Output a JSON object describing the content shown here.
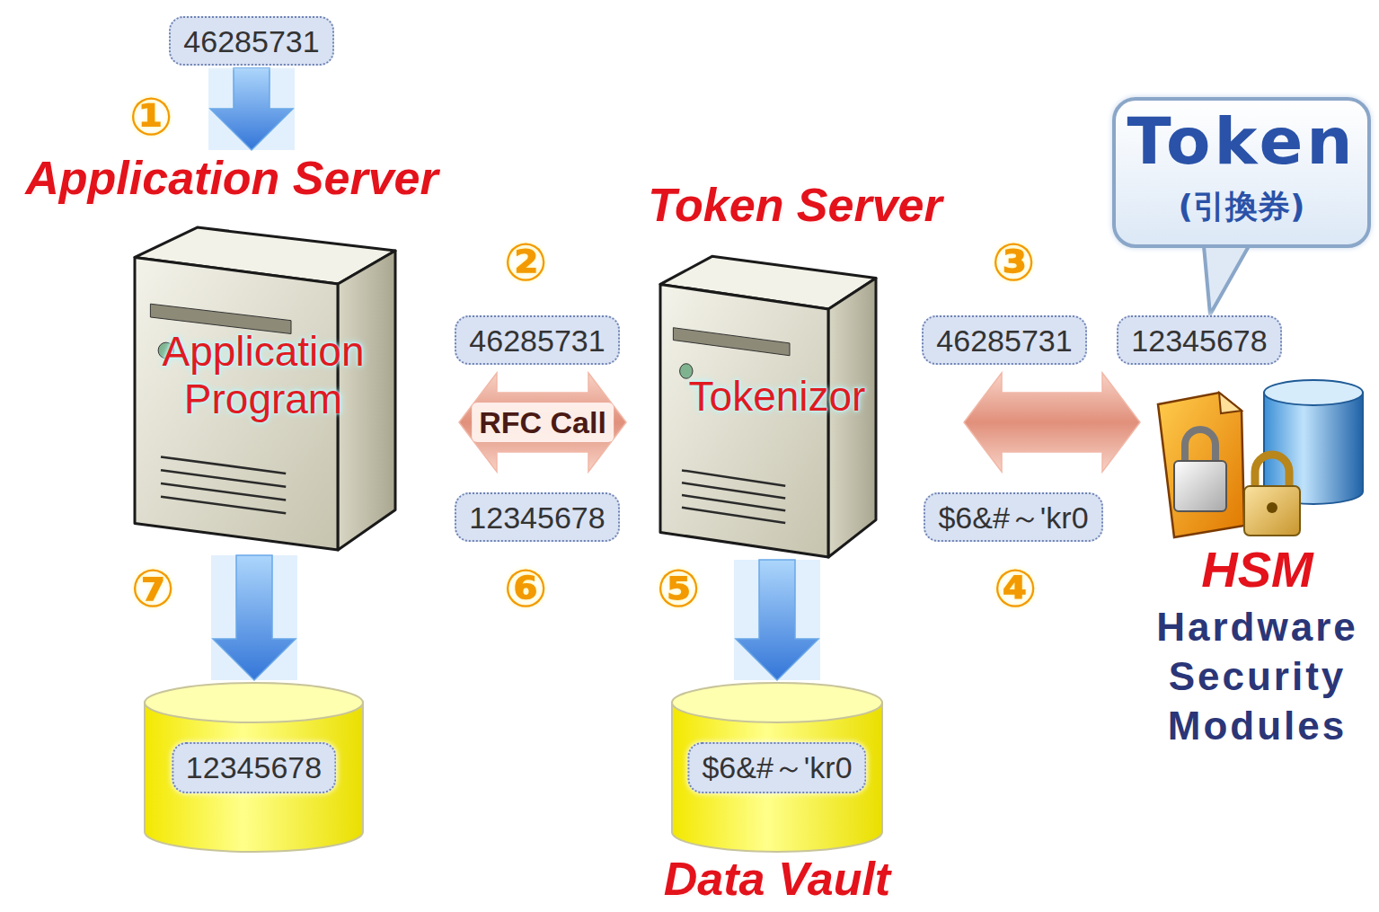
{
  "diagram": {
    "nodes": [
      {
        "text": [
          "Application Server",
          "Application Program"
        ]
      },
      {
        "text": [
          "Token Server",
          "Tokenizor"
        ]
      },
      {
        "text": [
          "HSM",
          "Hardware Security Modules"
        ]
      },
      {
        "text": [
          "12345678"
        ]
      },
      {
        "text": [
          "$6&#～'kr0",
          "Data Vault"
        ]
      },
      {
        "text": [
          "Token",
          "(引換券)"
        ]
      },
      {
        "text": [
          "46285731"
        ]
      },
      {
        "text": [
          "46285731"
        ]
      },
      {
        "text": [
          "12345678"
        ]
      },
      {
        "text": [
          "46285731"
        ]
      },
      {
        "text": [
          "12345678"
        ]
      },
      {
        "text": [
          "$6&#～'kr0"
        ]
      }
    ],
    "edges": [
      {
        "from": 6,
        "to": 0,
        "arrow": "to"
      },
      {
        "from": 0,
        "to": 1,
        "arrow": "both",
        "label": "RFC Call"
      },
      {
        "from": 1,
        "to": 2,
        "arrow": "both"
      },
      {
        "from": 1,
        "to": 4,
        "arrow": "to"
      },
      {
        "from": 0,
        "to": 3,
        "arrow": "to"
      }
    ],
    "labels": [
      "①",
      "②",
      "③",
      "④",
      "⑤",
      "⑥",
      "⑦"
    ]
  }
}
